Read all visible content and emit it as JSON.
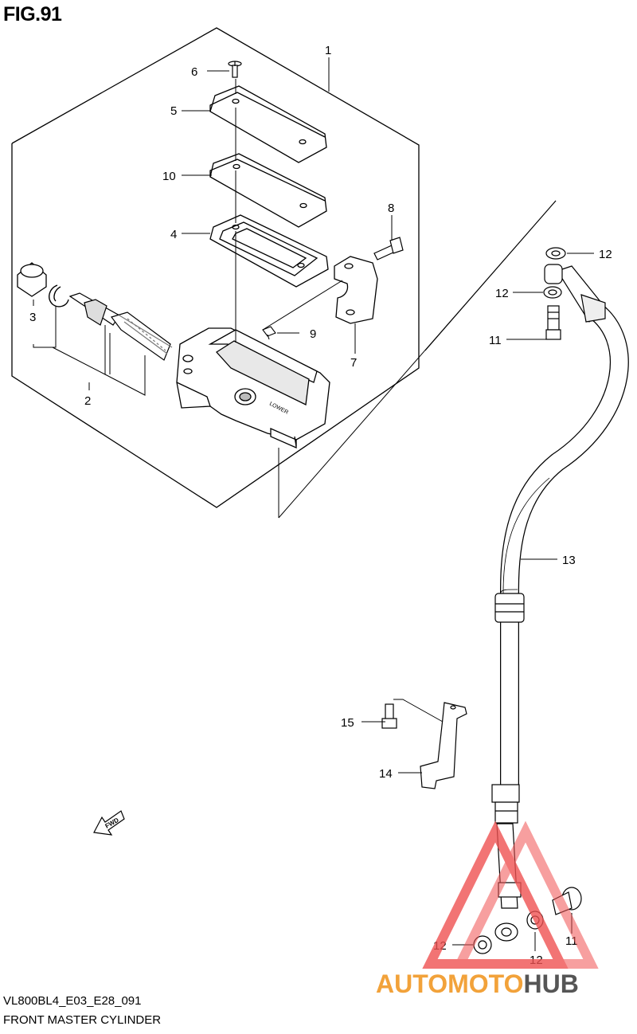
{
  "figure": {
    "title": "FIG.91",
    "code": "VL800BL4_E03_E28_091",
    "name": "FRONT MASTER CYLINDER"
  },
  "parts": [
    {
      "ref": "1"
    },
    {
      "ref": "2"
    },
    {
      "ref": "3"
    },
    {
      "ref": "4"
    },
    {
      "ref": "5"
    },
    {
      "ref": "6"
    },
    {
      "ref": "7"
    },
    {
      "ref": "8"
    },
    {
      "ref": "9"
    },
    {
      "ref": "10"
    },
    {
      "ref": "11"
    },
    {
      "ref": "12"
    },
    {
      "ref": "13"
    },
    {
      "ref": "14"
    },
    {
      "ref": "15"
    }
  ],
  "callouts": {
    "c1": "1",
    "c2": "2",
    "c3": "3",
    "c4": "4",
    "c5": "5",
    "c6": "6",
    "c7": "7",
    "c8": "8",
    "c9": "9",
    "c10": "10",
    "c11a": "11",
    "c12a": "12",
    "c12b": "12",
    "c11b": "11",
    "c12c": "12",
    "c12d": "12",
    "c13": "13",
    "c14": "14",
    "c15": "15"
  },
  "markings": {
    "fwd": "FWD",
    "lower": "LOWER"
  },
  "watermark": {
    "text_a": "AUTOMOTO",
    "text_b": "HUB",
    "color_a": "#f2a23a",
    "color_b": "#555555",
    "logo_color": "#ef5252"
  }
}
